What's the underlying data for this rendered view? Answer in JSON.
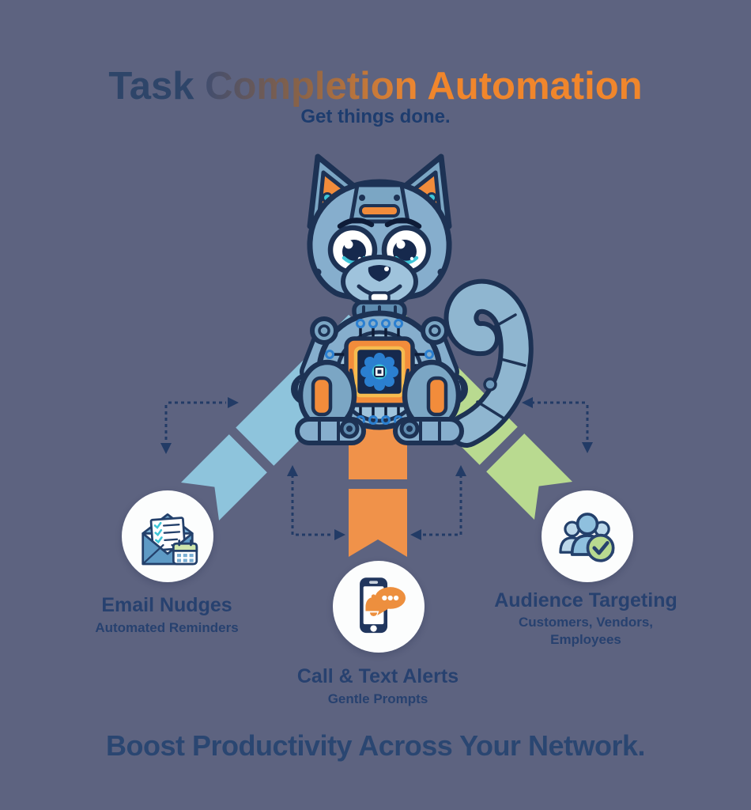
{
  "title": {
    "part1": "Task",
    "part2": "Completion",
    "part3": "Automation"
  },
  "subtitle": "Get things done.",
  "mascot": {
    "name": "robot-squirrel-mascot"
  },
  "nodes": [
    {
      "id": "email",
      "title": "Email Nudges",
      "subtitle": "Automated Reminders",
      "icon": "envelope-checklist-calendar-icon",
      "ribbon_color": "#8ec4dc"
    },
    {
      "id": "call-text",
      "title": "Call & Text Alerts",
      "subtitle": "Gentle Prompts",
      "icon": "phone-bell-chat-icon",
      "ribbon_color": "#f0924a"
    },
    {
      "id": "audience",
      "title": "Audience Targeting",
      "subtitle_line1": "Customers, Vendors,",
      "subtitle_line2": "Employees",
      "icon": "people-checkmark-icon",
      "ribbon_color": "#b9da90"
    }
  ],
  "footer": "Boost Productivity Across Your Network.",
  "colors": {
    "background": "#5d6380",
    "navy_text": "#27416f",
    "subtitle_navy": "#1d3c6e",
    "title_navy": "#2e4569",
    "title_orange": "#f0862c",
    "arrow_navy": "#223b66",
    "ribbon_blue": "#8ec4dc",
    "ribbon_orange": "#f0924a",
    "ribbon_green": "#b9da90",
    "robot_body": "#86aecd",
    "robot_outline": "#1d3254",
    "accent_teal": "#3fc6d8",
    "accent_orange": "#f28c3b"
  }
}
